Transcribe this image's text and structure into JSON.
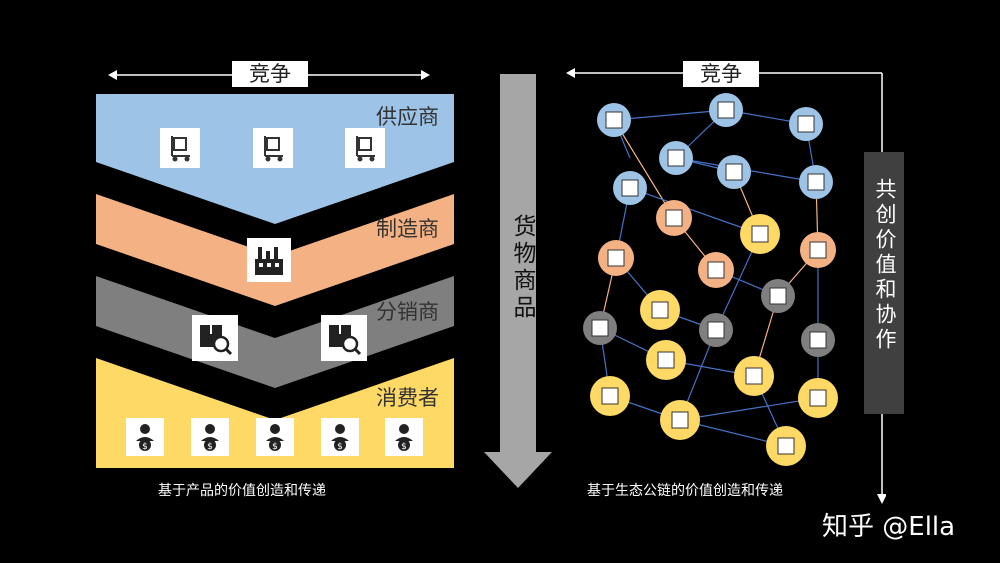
{
  "left_panel": {
    "competition_label": "竞争",
    "layers": [
      {
        "label": "供应商",
        "color": "#9dc3e6",
        "icon": "hand-truck-icon",
        "icon_count": 3
      },
      {
        "label": "制造商",
        "color": "#f4b183",
        "icon": "factory-icon",
        "icon_count": 1
      },
      {
        "label": "分销商",
        "color": "#7f7f7f",
        "icon": "package-inspect-icon",
        "icon_count": 2
      },
      {
        "label": "消费者",
        "color": "#ffd966",
        "icon": "consumer-money-icon",
        "icon_count": 5
      }
    ],
    "caption": "基于产品的价值创造和传递"
  },
  "middle": {
    "arrow_label": "货物商品"
  },
  "right_panel": {
    "competition_label": "竞争",
    "side_label": "共创价值和协作",
    "caption": "基于生态公链的价值创造和传递",
    "node_colors": {
      "supplier": "#9dc3e6",
      "manufacturer": "#f4b183",
      "distributor": "#7f7f7f",
      "consumer": "#ffd966"
    }
  },
  "watermark": "知乎 @Ella"
}
